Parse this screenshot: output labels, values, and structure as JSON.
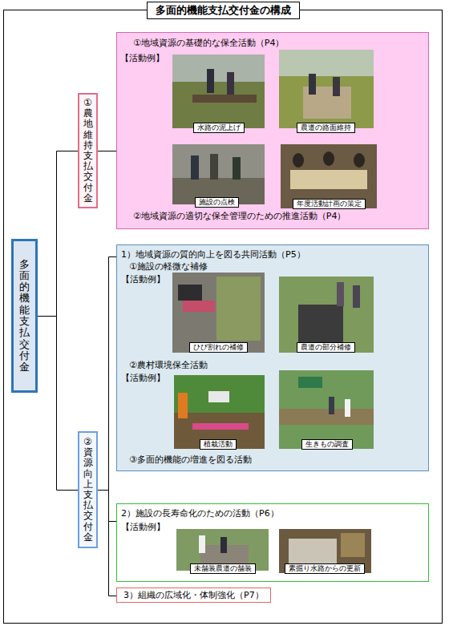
{
  "diagram": {
    "title": "多面的機能支払交付金の構成",
    "nodes": [
      {
        "text": [
          "多面的機能支払交付金"
        ]
      },
      {
        "text": [
          "①農地維持支払交付金"
        ]
      },
      {
        "text": [
          "①地域資源の基礎的な保全活動（P4）",
          "【活動例】",
          "②地域資源の適切な保全管理のための推進活動（P4）"
        ]
      },
      {
        "text": [
          "水路の泥上げ"
        ],
        "in": 2
      },
      {
        "text": [
          "農道の路面維持"
        ],
        "in": 2
      },
      {
        "text": [
          "施設の点検"
        ],
        "in": 2
      },
      {
        "text": [
          "年度活動計画の策定"
        ],
        "in": 2
      },
      {
        "text": [
          "②資源向上支払交付金"
        ]
      },
      {
        "text": [
          "1）地域資源の質的向上を図る共同活動（P5）",
          "①施設の軽微な補修",
          "【活動例】",
          "②農村環境保全活動",
          "【活動例】",
          "③多面的機能の増進を図る活動"
        ]
      },
      {
        "text": [
          "ひび割れの補修"
        ],
        "in": 8
      },
      {
        "text": [
          "農道の部分補修"
        ],
        "in": 8
      },
      {
        "text": [
          "植栽活動"
        ],
        "in": 8
      },
      {
        "text": [
          "生きもの調査"
        ],
        "in": 8
      },
      {
        "text": [
          "2）施設の長寿命化のための活動（P6）",
          "【活動例】"
        ]
      },
      {
        "text": [
          "未舗装農道の舗装"
        ],
        "in": 13
      },
      {
        "text": [
          "素掘り水路からの更新"
        ],
        "in": 13
      },
      {
        "text": [
          "3）組織の広域化・体制強化（P7）"
        ]
      }
    ],
    "edges": [
      {
        "from": 0,
        "to": 1,
        "arrow": "none"
      },
      {
        "from": 0,
        "to": 7,
        "arrow": "none"
      },
      {
        "from": 1,
        "to": 2,
        "arrow": "none"
      },
      {
        "from": 7,
        "to": 8,
        "arrow": "none"
      },
      {
        "from": 7,
        "to": 13,
        "arrow": "none"
      },
      {
        "from": 7,
        "to": 16,
        "arrow": "none"
      }
    ]
  }
}
